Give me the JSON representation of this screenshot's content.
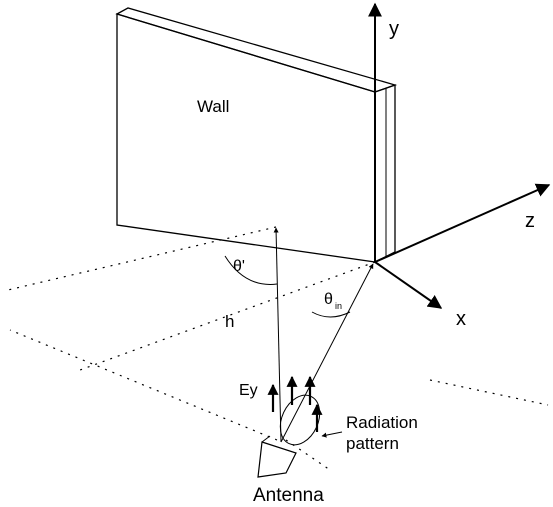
{
  "labels": {
    "wall": "Wall",
    "axis_y": "y",
    "axis_z": "z",
    "axis_x": "x",
    "theta_prime": "θ'",
    "theta_in_symbol": "θ",
    "theta_in_sub": "in",
    "h": "h",
    "ey": "Ey",
    "radiation_pattern_line1": "Radiation",
    "radiation_pattern_line2": "pattern",
    "antenna": "Antenna"
  }
}
